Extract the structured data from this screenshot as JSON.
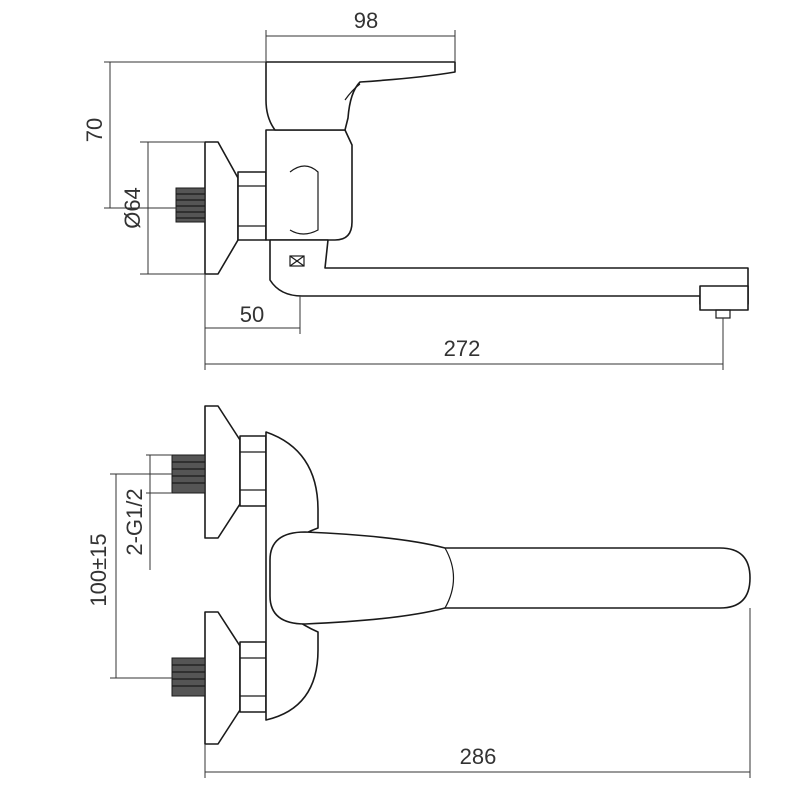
{
  "dimensions": {
    "handle_width": "98",
    "height_to_handle": "70",
    "inlet_diameter": "Ø64",
    "inlet_offset": "50",
    "spout_reach_side": "272",
    "inlet_spacing": "100±15",
    "thread_spec": "2-G1/2",
    "overall_length_top": "286"
  },
  "colors": {
    "line": "#1a1a1a",
    "thread": "#555555"
  }
}
